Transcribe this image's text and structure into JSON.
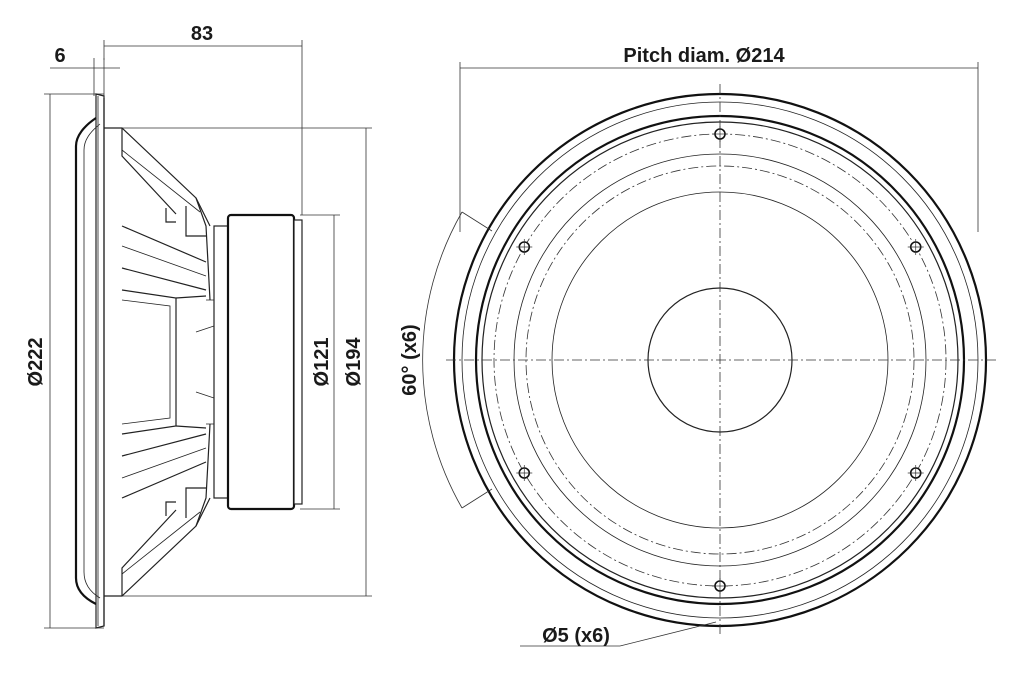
{
  "side_view": {
    "flange_thickness": "6",
    "mounting_depth": "83",
    "outer_diameter": "Ø222",
    "magnet_diameter": "Ø121",
    "cutout_diameter": "Ø194"
  },
  "front_view": {
    "pitch_diameter": "Pitch diam. Ø214",
    "hole_angle": "60° (x6)",
    "hole_spec": "Ø5 (x6)",
    "hole_count": 6
  },
  "colors": {
    "line": "#222222",
    "background": "#ffffff"
  }
}
